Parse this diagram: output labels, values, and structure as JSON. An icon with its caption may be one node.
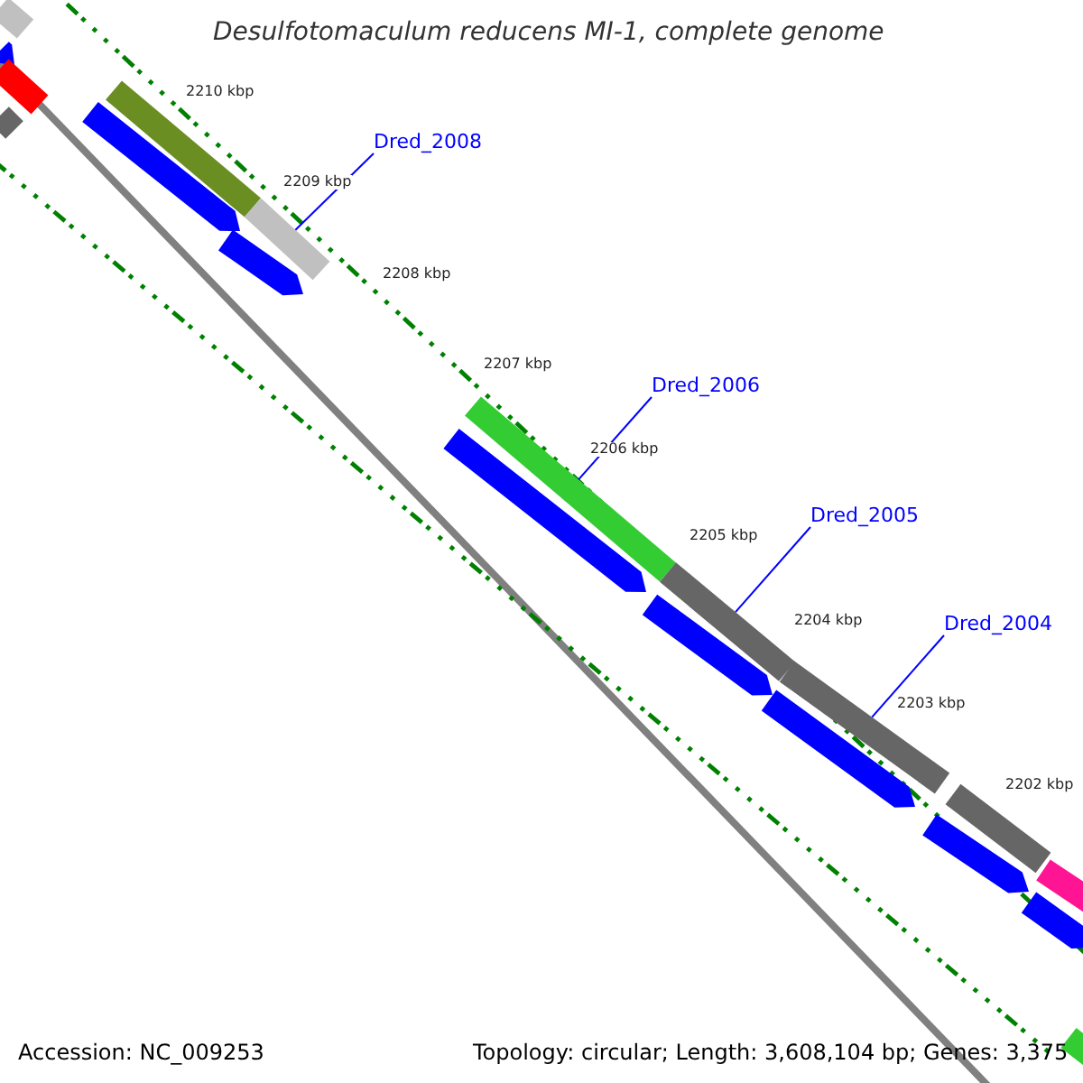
{
  "diagram": {
    "title": "Desulfotomaculum reducens MI-1, complete genome",
    "nodes": [
      {
        "text": [],
        "shape": "bar"
      },
      {
        "text": [],
        "shape": "arrow"
      },
      {
        "text": [],
        "shape": "bar"
      },
      {
        "text": [],
        "shape": "bar"
      },
      {
        "text": [],
        "shape": "bar"
      },
      {
        "text": [],
        "shape": "arrow"
      },
      {
        "text": [
          "Dred_2008"
        ]
      },
      {
        "text": [],
        "shape": "bar"
      },
      {
        "text": [],
        "shape": "arrow"
      },
      {
        "text": [
          "Dred_2006"
        ]
      },
      {
        "text": [],
        "shape": "bar"
      },
      {
        "text": [],
        "shape": "arrow"
      },
      {
        "text": [
          "Dred_2005"
        ]
      },
      {
        "text": [],
        "shape": "bar"
      },
      {
        "text": [],
        "shape": "arrow"
      },
      {
        "text": [
          "Dred_2004"
        ]
      },
      {
        "text": [],
        "shape": "bar"
      },
      {
        "text": [],
        "shape": "arrow"
      },
      {
        "text": [],
        "shape": "bar"
      },
      {
        "text": [],
        "shape": "arrow"
      },
      {
        "text": [],
        "shape": "bar"
      },
      {
        "text": [],
        "shape": "arrow"
      },
      {
        "text": [],
        "shape": "bar"
      }
    ],
    "edges": [
      {
        "from": 6,
        "to": 7,
        "arrow": "none"
      },
      {
        "from": 9,
        "to": 10,
        "arrow": "none"
      },
      {
        "from": 12,
        "to": 13,
        "arrow": "none"
      },
      {
        "from": 15,
        "to": 16,
        "arrow": "none"
      }
    ],
    "labels": [
      "2210 kbp",
      "2209 kbp",
      "2208 kbp",
      "2207 kbp",
      "2206 kbp",
      "2205 kbp",
      "2204 kbp",
      "2203 kbp",
      "2202 kbp",
      "Accession: NC_009253",
      "Topology: circular; Length: 3,608,104 bp; Genes: 3,375"
    ]
  }
}
